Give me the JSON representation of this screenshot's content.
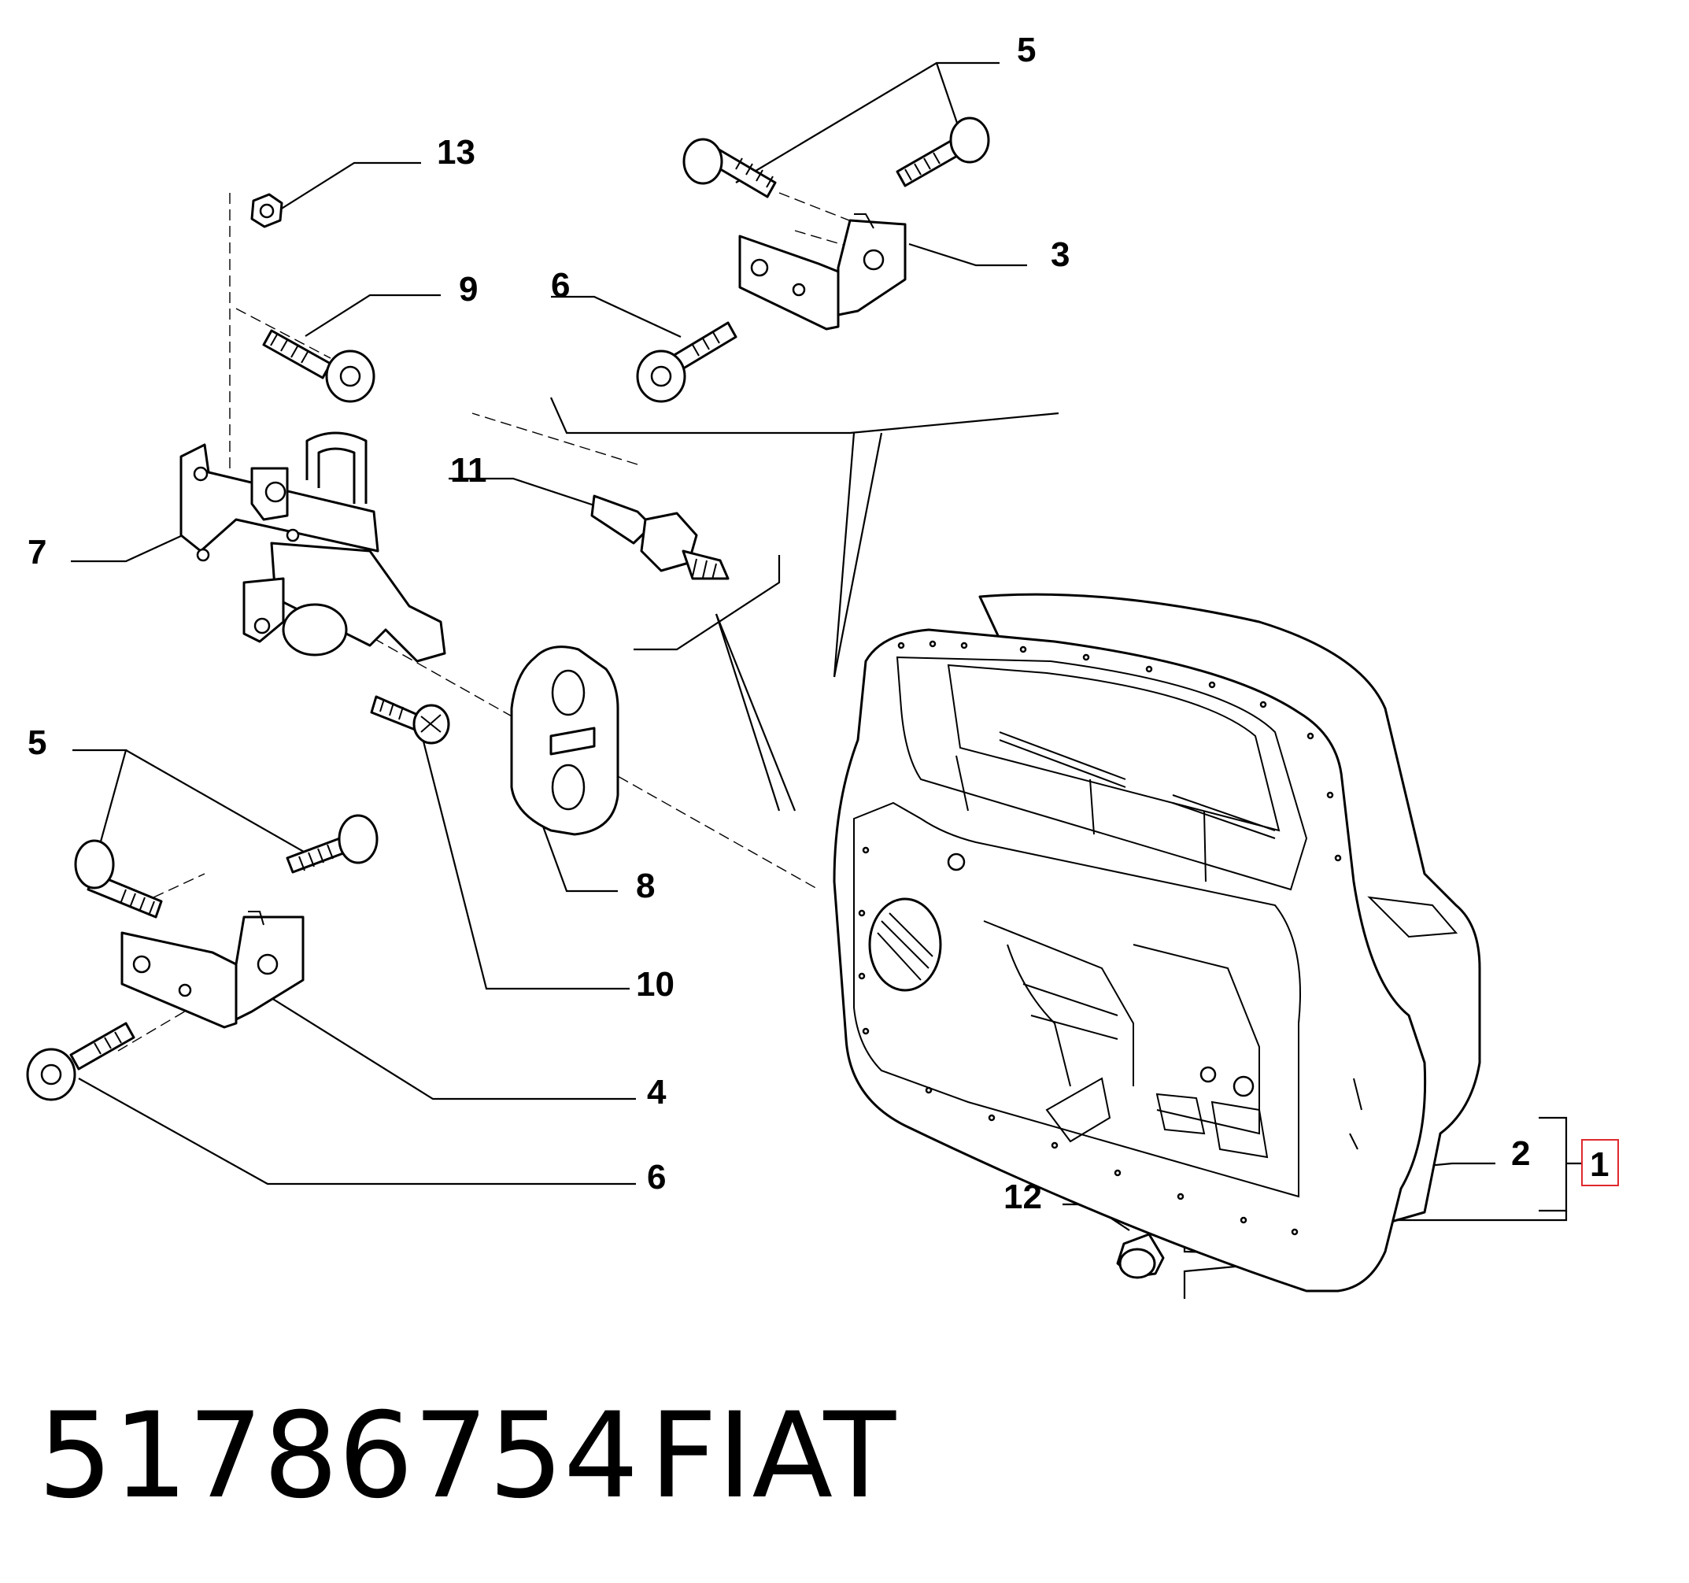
{
  "callouts": {
    "c5_top": "5",
    "c13": "13",
    "c3": "3",
    "c9": "9",
    "c6_top": "6",
    "c11": "11",
    "c7": "7",
    "c5_left": "5",
    "c8": "8",
    "c10": "10",
    "c4": "4",
    "c6_bottom": "6",
    "c2": "2",
    "c1": "1",
    "c12": "12"
  },
  "highlight_color": "#e0282e",
  "footer": {
    "part_number": "51786754",
    "brand": "FIAT"
  }
}
